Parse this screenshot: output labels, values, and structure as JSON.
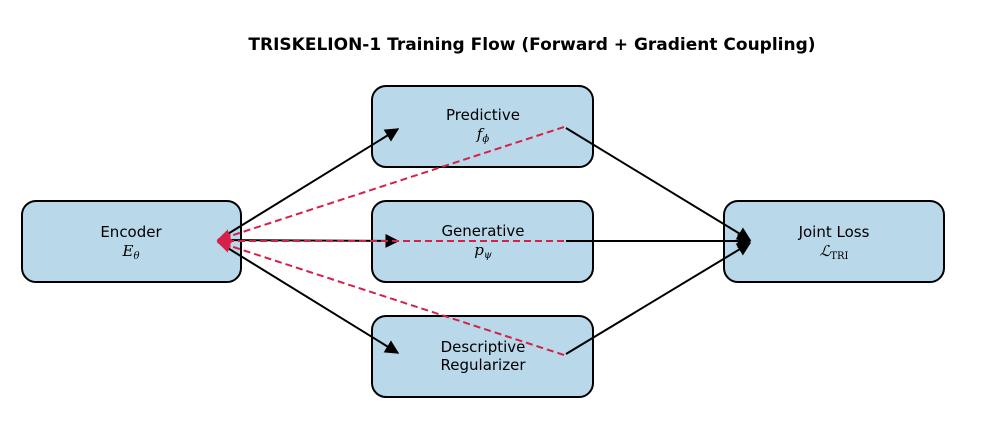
{
  "title": "TRISKELION-1 Training Flow (Forward + Gradient Coupling)",
  "nodes": {
    "encoder": {
      "label": "Encoder",
      "symbol": "E",
      "sub": "θ"
    },
    "predictive": {
      "label": "Predictive",
      "symbol": "f",
      "sub": "ϕ"
    },
    "generative": {
      "label": "Generative",
      "symbol": "p",
      "sub": "ψ"
    },
    "descriptive": {
      "label": "Descriptive",
      "label2": "Regularizer"
    },
    "joint_loss": {
      "label": "Joint Loss",
      "symbol": "ℒ",
      "sub": "TRI"
    }
  },
  "colors": {
    "box_fill": "#b9d8ea",
    "box_stroke": "#000000",
    "forward_arrow": "#000000",
    "gradient_arrow": "#d6204a"
  }
}
